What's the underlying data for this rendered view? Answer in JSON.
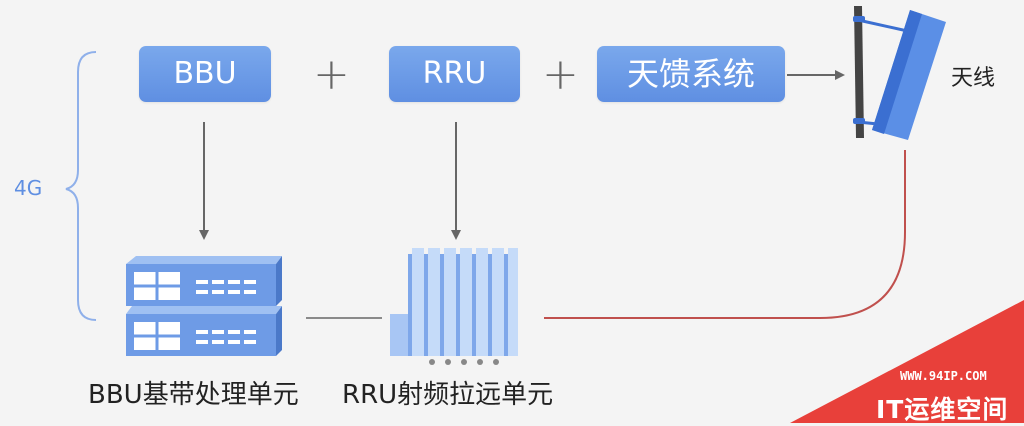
{
  "side_label": "4G",
  "boxes": {
    "bbu": "BBU",
    "rru": "RRU",
    "feeder": "天馈系统"
  },
  "plus_sign": "+",
  "antenna_label": "天线",
  "captions": {
    "bbu_unit": "BBU基带处理单元",
    "rru_unit": "RRU射频拉远单元"
  },
  "watermark": {
    "url": "WWW.94IP.COM",
    "text": "IT运维空间"
  },
  "colors": {
    "box": "#6a98e6",
    "brace": "#5f8fe2",
    "arrow": "#666666",
    "cable": "#c0504d",
    "device": "#5a88d8",
    "watermark_bg": "#e8403a"
  }
}
